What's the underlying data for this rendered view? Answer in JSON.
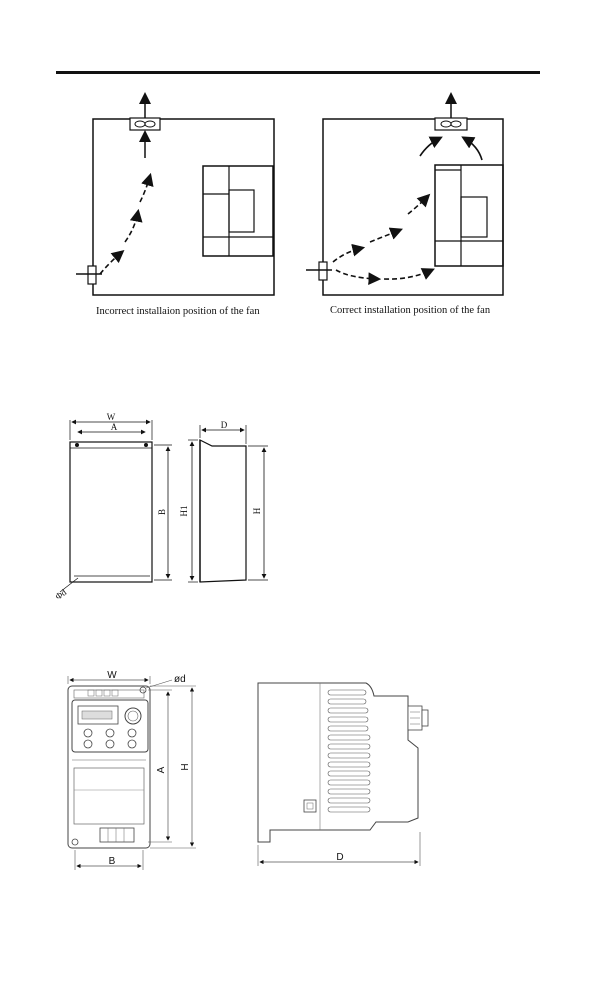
{
  "fan_diagrams": {
    "incorrect_caption": "Incorrect installaion position of the fan",
    "correct_caption": "Correct installation position of the fan"
  },
  "mount_drawing_1": {
    "label_w": "W",
    "label_a": "A",
    "label_d": "D",
    "label_b": "B",
    "label_h1": "H1",
    "label_h": "H",
    "label_hole": "Φd"
  },
  "mount_drawing_2": {
    "label_w": "W",
    "label_hole": "ød",
    "label_a": "A",
    "label_h": "H",
    "label_b": "B",
    "label_d": "D"
  }
}
